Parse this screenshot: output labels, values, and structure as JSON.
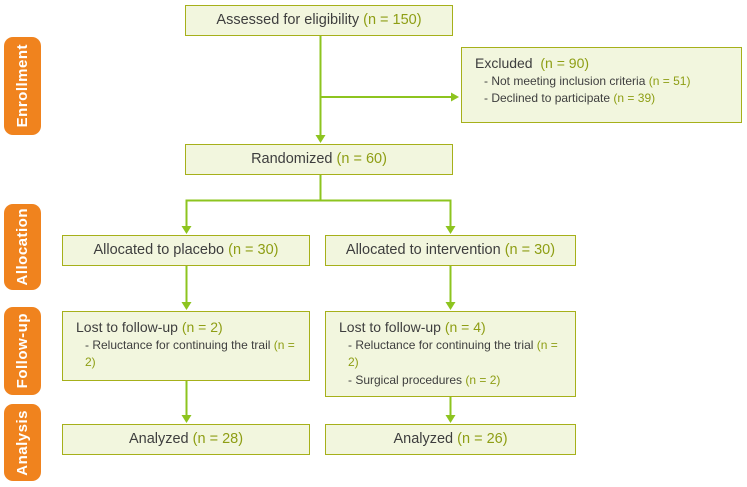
{
  "colors": {
    "stage_bg": "#F0831E",
    "box_fill": "#F2F6DE",
    "box_border": "#A6B01A",
    "arrow": "#8DC41F",
    "text": "#3E3E3E",
    "n_text": "#8E9E14"
  },
  "stages": [
    {
      "label": "Enrollment"
    },
    {
      "label": "Allocation"
    },
    {
      "label": "Follow-up"
    },
    {
      "label": "Analysis"
    }
  ],
  "boxes": {
    "assessed": {
      "text": "Assessed for eligibility",
      "n": "(n = 150)"
    },
    "excluded": {
      "text": "Excluded ",
      "n": "(n = 90)",
      "items": [
        {
          "text": "- Not meeting inclusion criteria",
          "n": "(n = 51)"
        },
        {
          "text": "- Declined to participate",
          "n": "(n = 39)"
        }
      ]
    },
    "randomized": {
      "text": "Randomized",
      "n": "(n = 60)"
    },
    "allocated_placebo": {
      "text": "Allocated to placebo",
      "n": "(n = 30)"
    },
    "allocated_intervention": {
      "text": "Allocated to intervention",
      "n": "(n = 30)"
    },
    "lost_placebo": {
      "text": "Lost to follow-up",
      "n": "(n = 2)",
      "items": [
        {
          "text": "- Reluctance for continuing the trail",
          "n": "(n = 2)"
        }
      ]
    },
    "lost_intervention": {
      "text": "Lost to follow-up",
      "n": "(n = 4)",
      "items": [
        {
          "text": "- Reluctance for continuing the trial",
          "n": "(n = 2)"
        },
        {
          "text": "- Surgical procedures",
          "n": "(n = 2)"
        }
      ]
    },
    "analyzed_placebo": {
      "text": "Analyzed",
      "n": "(n = 28)"
    },
    "analyzed_intervention": {
      "text": "Analyzed",
      "n": "(n = 26)"
    }
  }
}
